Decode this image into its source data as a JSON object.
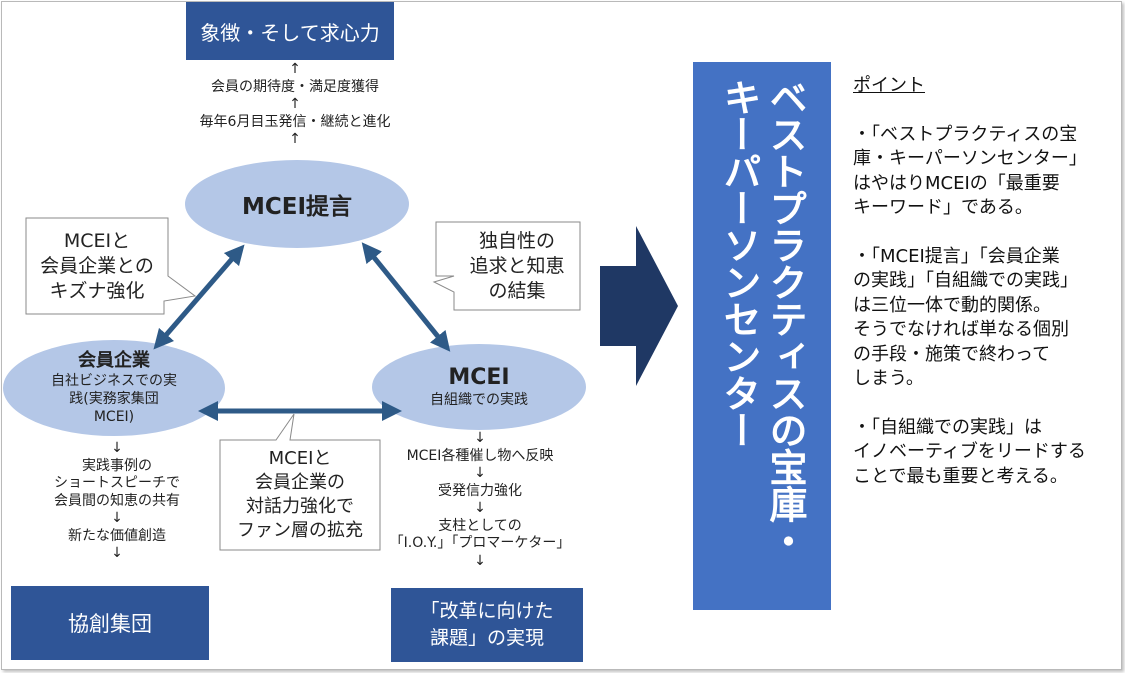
{
  "top_box": "象徴・そして求心力",
  "top_flow": [
    "会員の期待度・満足度獲得",
    "毎年6月目玉発信・継続と進化"
  ],
  "ellipse_top": "MCEI提言",
  "ellipse_left": {
    "title": "会員企業",
    "lines": [
      "自社ビジネスでの実",
      "践(実務家集団",
      "MCEI)"
    ]
  },
  "ellipse_right": {
    "title": "MCEI",
    "sub": "自組織での実践"
  },
  "callout_left": [
    "MCEIと",
    "会員企業との",
    "キズナ強化"
  ],
  "callout_right": [
    "独自性の",
    "追求と知恵",
    "の結集"
  ],
  "callout_bottom": [
    "MCEIと",
    "会員企業の",
    "対話力強化で",
    "ファン層の拡充"
  ],
  "left_flow": [
    "実践事例の",
    "ショートスピーチで",
    "会員間の知恵の共有",
    "新たな価値創造"
  ],
  "right_flow": [
    "MCEI各種催し物へ反映",
    "受発信力強化",
    "支柱としての",
    "「I.O.Y.」「プロマーケター」"
  ],
  "box_bottom_left": "協創集団",
  "box_bottom_right": [
    "「改革に向けた",
    "課題」の実現"
  ],
  "vertical_title": {
    "col1": "ベストプラクティスの宝庫・",
    "col2": "キーパーソンセンター"
  },
  "points": {
    "heading": "ポイント",
    "items": [
      [
        "・「ベストプラクティスの宝",
        "庫・キーパーソンセンター」",
        "はやはりMCEIの「最重要",
        "キーワード」である。"
      ],
      [
        "・「MCEI提言」「会員企業",
        "の実践」「自組織での実践」",
        "は三位一体で動的関係。",
        "そうでなければ単なる個別",
        "の手段・施策で終わって",
        "しまう。"
      ],
      [
        "・「自組織での実践」は",
        "イノベーティブをリードする",
        "ことで最も重要と考える。"
      ]
    ]
  },
  "colors": {
    "dark_box": "#2f5597",
    "ellipse": "#b4c7e7",
    "arrow": "#2e5a87",
    "big_arrow": "#1f3864",
    "vertical_panel": "#4472c4"
  }
}
